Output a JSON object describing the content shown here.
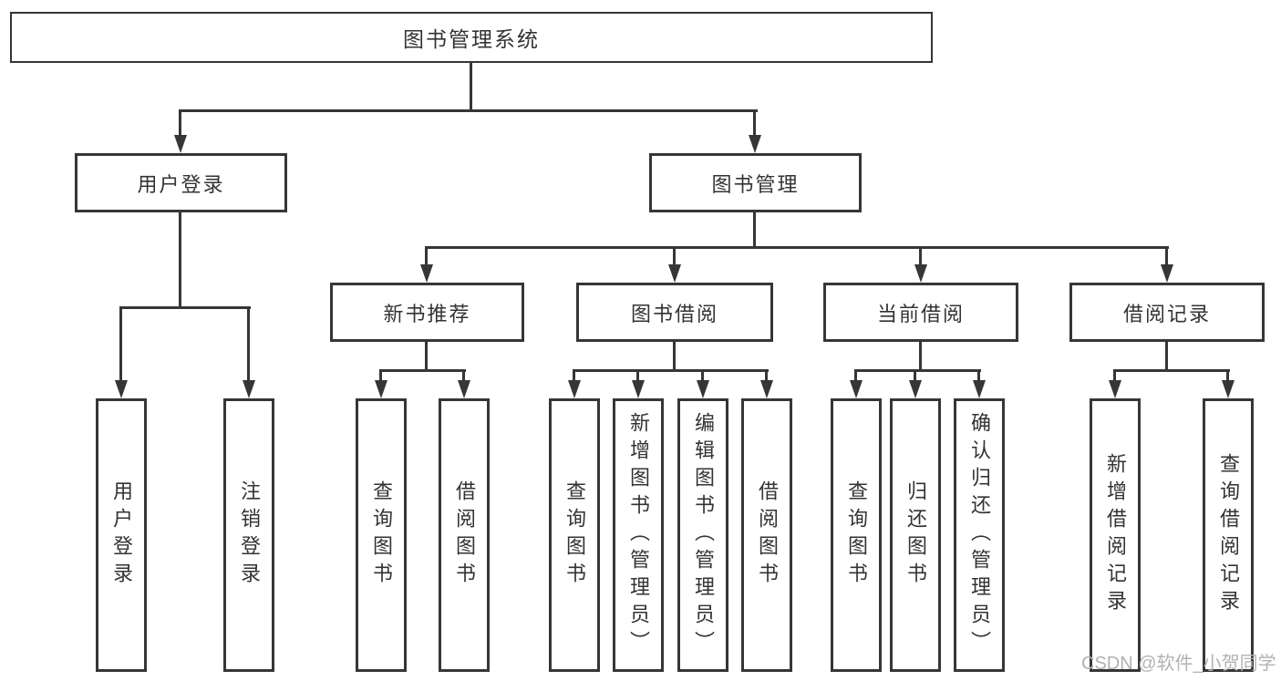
{
  "page": {
    "background": "#ffffff",
    "line_color": "#363636",
    "text_color": "#333333",
    "watermark_color": "#b2b2b2",
    "watermark": "CSDN @软件_小贺同学"
  },
  "diagram": {
    "type": "hierarchy-tree",
    "root": {
      "label": "图书管理系统"
    },
    "level2": [
      {
        "label": "用户登录"
      },
      {
        "label": "图书管理"
      }
    ],
    "level3": [
      {
        "label": "新书推荐",
        "parent": "图书管理"
      },
      {
        "label": "图书借阅",
        "parent": "图书管理"
      },
      {
        "label": "当前借阅",
        "parent": "图书管理"
      },
      {
        "label": "借阅记录",
        "parent": "图书管理"
      }
    ],
    "leaves": [
      {
        "label": "用户登录",
        "parent": "用户登录"
      },
      {
        "label": "注销登录",
        "parent": "用户登录"
      },
      {
        "label": "查询图书",
        "parent": "新书推荐"
      },
      {
        "label": "借阅图书",
        "parent": "新书推荐"
      },
      {
        "label": "查询图书",
        "parent": "图书借阅"
      },
      {
        "label": "新增图书（管理员）",
        "parent": "图书借阅"
      },
      {
        "label": "编辑图书（管理员）",
        "parent": "图书借阅"
      },
      {
        "label": "借阅图书",
        "parent": "图书借阅"
      },
      {
        "label": "查询图书",
        "parent": "当前借阅"
      },
      {
        "label": "归还图书",
        "parent": "当前借阅"
      },
      {
        "label": "确认归还（管理员）",
        "parent": "当前借阅"
      },
      {
        "label": "新增借阅记录",
        "parent": "借阅记录"
      },
      {
        "label": "查询借阅记录",
        "parent": "借阅记录"
      }
    ]
  }
}
